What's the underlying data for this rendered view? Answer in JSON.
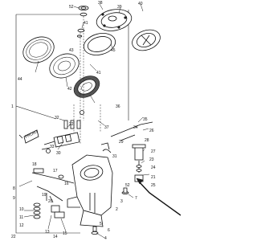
{
  "callouts": [
    {
      "id": "c52a",
      "text": "52"
    },
    {
      "id": "c38",
      "text": "38"
    },
    {
      "id": "c39",
      "text": "39"
    },
    {
      "id": "c40",
      "text": "40"
    },
    {
      "id": "c41a",
      "text": "41"
    },
    {
      "id": "c45",
      "text": "45"
    },
    {
      "id": "c44",
      "text": "44"
    },
    {
      "id": "c41b",
      "text": "41"
    },
    {
      "id": "c42",
      "text": "42"
    },
    {
      "id": "c36",
      "text": "36"
    },
    {
      "id": "c37",
      "text": "37"
    },
    {
      "id": "c1",
      "text": "1"
    },
    {
      "id": "c34",
      "text": "34"
    },
    {
      "id": "c35",
      "text": "35"
    },
    {
      "id": "c26",
      "text": "26"
    },
    {
      "id": "c27",
      "text": "27"
    },
    {
      "id": "c33",
      "text": "33"
    },
    {
      "id": "c32",
      "text": "32"
    },
    {
      "id": "c22a",
      "text": "22"
    },
    {
      "id": "c30",
      "text": "30"
    },
    {
      "id": "c22b",
      "text": "22"
    },
    {
      "id": "c8",
      "text": "8"
    },
    {
      "id": "c9",
      "text": "9"
    },
    {
      "id": "c10",
      "text": "10"
    },
    {
      "id": "c11",
      "text": "11"
    },
    {
      "id": "c12",
      "text": "12"
    },
    {
      "id": "c13",
      "text": "13"
    },
    {
      "id": "c14",
      "text": "14"
    },
    {
      "id": "c15",
      "text": "15"
    },
    {
      "id": "c16",
      "text": "16"
    },
    {
      "id": "c17",
      "text": "17"
    },
    {
      "id": "c18",
      "text": "18"
    },
    {
      "id": "c19",
      "text": "19"
    },
    {
      "id": "c20",
      "text": "20"
    },
    {
      "id": "c21",
      "text": "21"
    },
    {
      "id": "c23",
      "text": "23"
    },
    {
      "id": "c24",
      "text": "24"
    },
    {
      "id": "c25",
      "text": "25"
    },
    {
      "id": "c28",
      "text": "28"
    },
    {
      "id": "c29",
      "text": "29"
    },
    {
      "id": "c31",
      "text": "31"
    },
    {
      "id": "c2",
      "text": "2"
    },
    {
      "id": "c3",
      "text": "3"
    },
    {
      "id": "c4",
      "text": "4"
    },
    {
      "id": "c5",
      "text": "5"
    },
    {
      "id": "c6",
      "text": "6"
    },
    {
      "id": "c7",
      "text": "7"
    },
    {
      "id": "c43",
      "text": "43"
    },
    {
      "id": "c52b",
      "text": "52"
    }
  ],
  "front_label": "FRONT"
}
